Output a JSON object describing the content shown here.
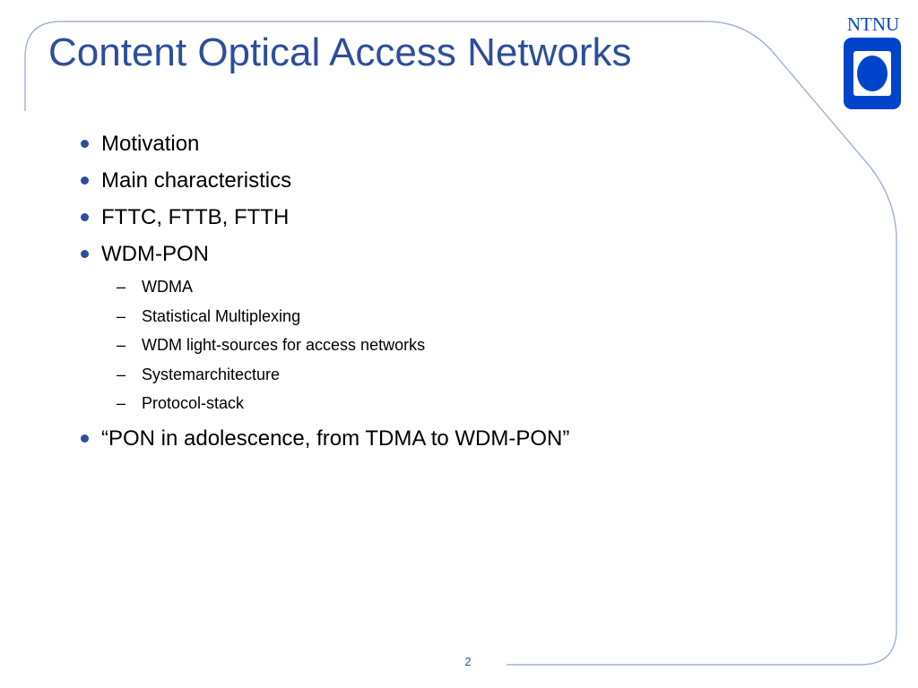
{
  "slide": {
    "title": "Content Optical Access Networks",
    "page_number": "2"
  },
  "logo": {
    "text": "NTNU"
  },
  "bullets": [
    {
      "text": "Motivation"
    },
    {
      "text": "Main characteristics"
    },
    {
      "text": "FTTC, FTTB, FTTH"
    },
    {
      "text": "WDM-PON"
    },
    {
      "text": "“PON in adolescence, from TDMA to WDM-PON”"
    }
  ],
  "sub_bullets": [
    {
      "dash": "–",
      "text": "WDMA"
    },
    {
      "dash": "–",
      "text": "Statistical Multiplexing"
    },
    {
      "dash": "–",
      "text": "WDM light-sources for access networks"
    },
    {
      "dash": "–",
      "text": "Systemarchitecture"
    },
    {
      "dash": "–",
      "text": "Protocol-stack"
    }
  ],
  "colors": {
    "title": "#2e4e9a",
    "frame_line": "#9fb3cc",
    "logo": "#0044cc",
    "bullet": "#2e4e9a"
  }
}
